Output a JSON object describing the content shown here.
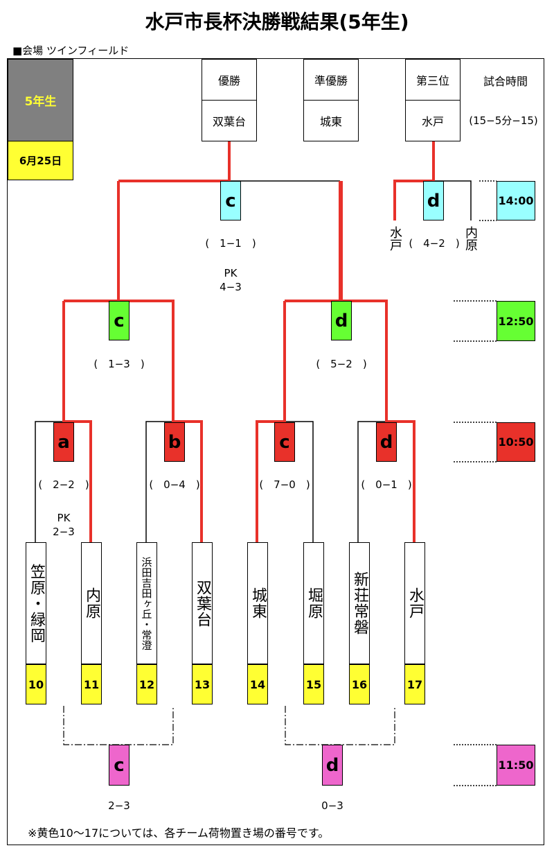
{
  "title": "水戸市長杯決勝戦結果(5年生)",
  "venue": "■会場 ツインフィールド",
  "grade": "5年生",
  "date": "6月25日",
  "results": {
    "winner_label": "優勝",
    "winner": "双葉台",
    "runner_up_label": "準優勝",
    "runner_up": "城東",
    "third_label": "第三位",
    "third": "水戸"
  },
  "time_header": "試合時間",
  "time_format": "(15−5分−15)",
  "teams": [
    {
      "name": "笠原・緑岡",
      "num": "10"
    },
    {
      "name": "内原",
      "num": "11"
    },
    {
      "name": "浜田吉田ヶ丘・常澄",
      "num": "12"
    },
    {
      "name": "双葉台",
      "num": "13"
    },
    {
      "name": "城東",
      "num": "14"
    },
    {
      "name": "堀原",
      "num": "15"
    },
    {
      "name": "新荘常磐",
      "num": "16"
    },
    {
      "name": "水戸",
      "num": "17"
    }
  ],
  "round1": [
    {
      "court": "a",
      "score": "(　2−2　)",
      "pk": "PK\n2−3"
    },
    {
      "court": "b",
      "score": "(　0−4　)"
    },
    {
      "court": "c",
      "score": "(　7−0　)"
    },
    {
      "court": "d",
      "score": "(　0−1　)"
    }
  ],
  "semis": [
    {
      "court": "c",
      "score": "(　1−3　)"
    },
    {
      "court": "d",
      "score": "(　5−2　)"
    }
  ],
  "final": {
    "court": "c",
    "score": "(　1−1　)",
    "pk": "PK\n4−3"
  },
  "third_place": {
    "court": "d",
    "score": "(　4−2　)",
    "left": "水戸",
    "right": "内原"
  },
  "consolation": [
    {
      "court": "c",
      "score": "2−3"
    },
    {
      "court": "d",
      "score": "0−3"
    }
  ],
  "times": [
    "14:00",
    "12:50",
    "10:50",
    "11:50"
  ],
  "colors": {
    "line": "#e8312a",
    "grade_bg": "#808080",
    "grade_fg": "#ffff33",
    "date_bg": "#ffff33",
    "cyan": "#99ffff",
    "green": "#66ff33",
    "red": "#e8312a",
    "pink": "#ee66cc"
  },
  "note": "※黄色10〜17については、各チーム荷物置き場の番号です。"
}
